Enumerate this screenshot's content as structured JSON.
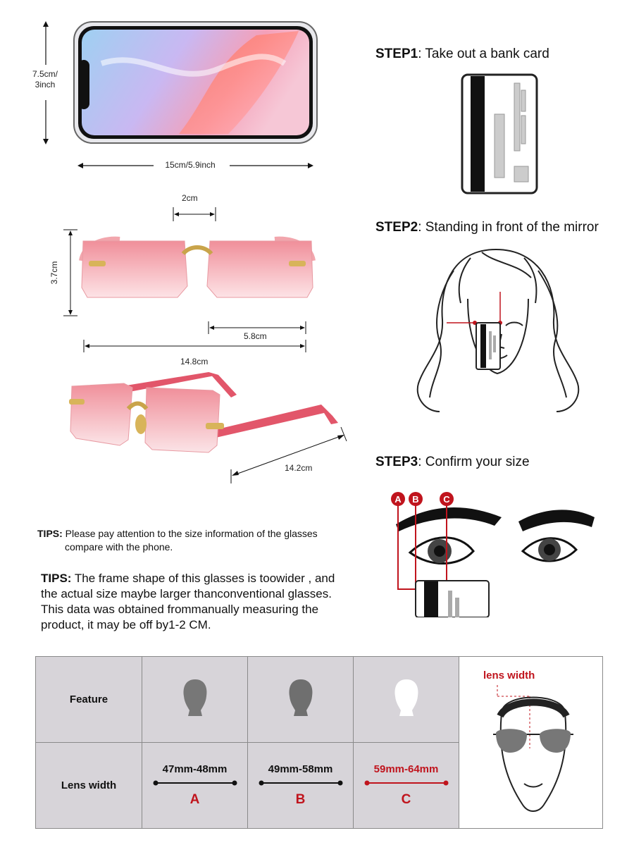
{
  "dimensions": {
    "phone_height": "7.5cm/\n3inch",
    "phone_width": "15cm/5.9inch",
    "bridge": "2cm",
    "lens_height": "3.7cm",
    "lens_width": "5.8cm",
    "frame_width": "14.8cm",
    "temple_length": "14.2cm"
  },
  "steps": [
    {
      "label": "STEP1",
      "text": ": Take out a bank card"
    },
    {
      "label": "STEP2",
      "text": ": Standing in front of the mirror"
    },
    {
      "label": "STEP3",
      "text": ": Confirm your size"
    }
  ],
  "markers": [
    "A",
    "B",
    "C"
  ],
  "tips": [
    {
      "label": "TIPS:",
      "line1": " Please pay attention to the size information of the glasses",
      "line2": "compare with the phone."
    },
    {
      "label": "TIPS:",
      "line1": " The frame shape of this glasses is toowider , and",
      "line2": "the actual size maybe larger thanconventional glasses.",
      "line3": "This data was obtained frommanually measuring the",
      "line4": "product, it may be off by1-2 CM."
    }
  ],
  "table": {
    "feature_label": "Feature",
    "lens_width_label": "Lens width",
    "columns": [
      {
        "range": "47mm-48mm",
        "letter": "A",
        "color": "#111111"
      },
      {
        "range": "49mm-58mm",
        "letter": "B",
        "color": "#111111"
      },
      {
        "range": "59mm-64mm",
        "letter": "C",
        "color": "#c0141d"
      }
    ],
    "side_label": "lens width"
  },
  "colors": {
    "accent_red": "#c0141d",
    "table_bg": "#d7d4d9",
    "lens_pink": "#f2a6ad"
  }
}
